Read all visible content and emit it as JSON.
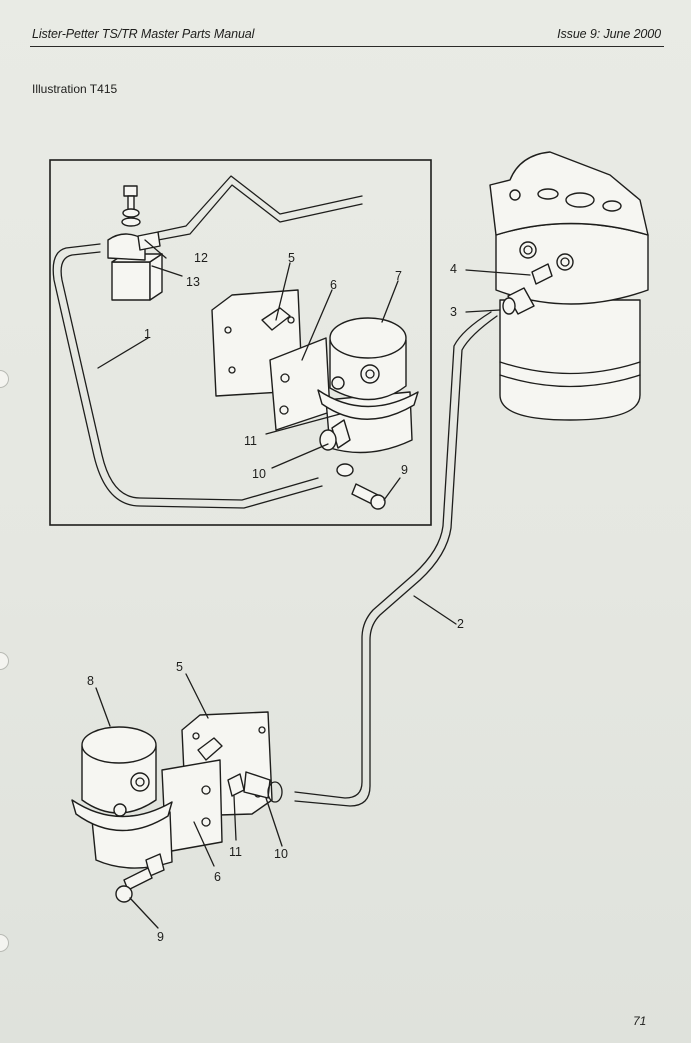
{
  "header": {
    "title": "Lister-Petter TS/TR Master Parts Manual",
    "issue": "Issue 9: June 2000"
  },
  "illustration": {
    "title": "Illustration T415",
    "callouts": [
      "1",
      "2",
      "3",
      "4",
      "5",
      "6",
      "7",
      "8",
      "9",
      "10",
      "11",
      "12",
      "13"
    ]
  },
  "footer": {
    "page_number": "71"
  }
}
